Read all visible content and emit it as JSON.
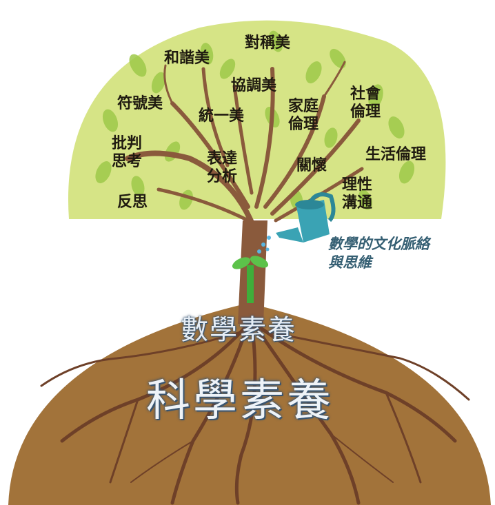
{
  "canopy_labels": {
    "duichen": "對稱美",
    "hexie": "和諧美",
    "xietiao": "協調美",
    "fuhao": "符號美",
    "tongyi": "統一美",
    "jiating": "家庭\n倫理",
    "shehui": "社會\n倫理",
    "pipan": "批判\n思考",
    "biaoda": "表達\n分析",
    "guanhuai": "關懷",
    "shenghuo": "生活倫理",
    "lixing": "理性\n溝通",
    "fansi": "反思"
  },
  "watering_label": "數學的文化脈絡\n與思維",
  "soil_labels": {
    "math_literacy": "數學素養",
    "science_literacy": "科學素養"
  },
  "colors": {
    "canopy": "#d6e486",
    "leaf": "#9ec94a",
    "soil": "#a2733a",
    "trunk": "#8a5a3c",
    "root": "#6e4028",
    "watering_can": "#3aa3b4",
    "sprout": "#3fae3a"
  }
}
